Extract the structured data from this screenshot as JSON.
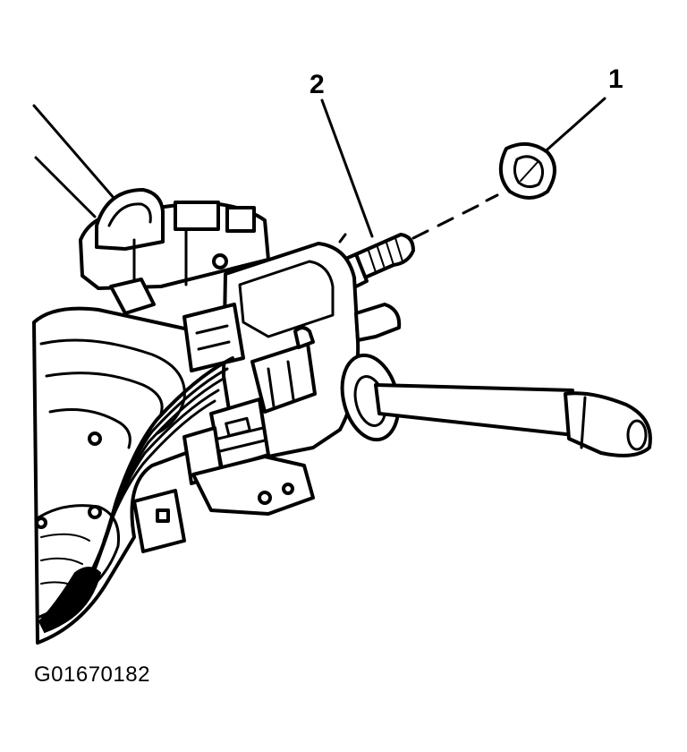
{
  "callouts": [
    {
      "label": "1"
    },
    {
      "label": "2"
    }
  ],
  "figure_id": "G01670182"
}
